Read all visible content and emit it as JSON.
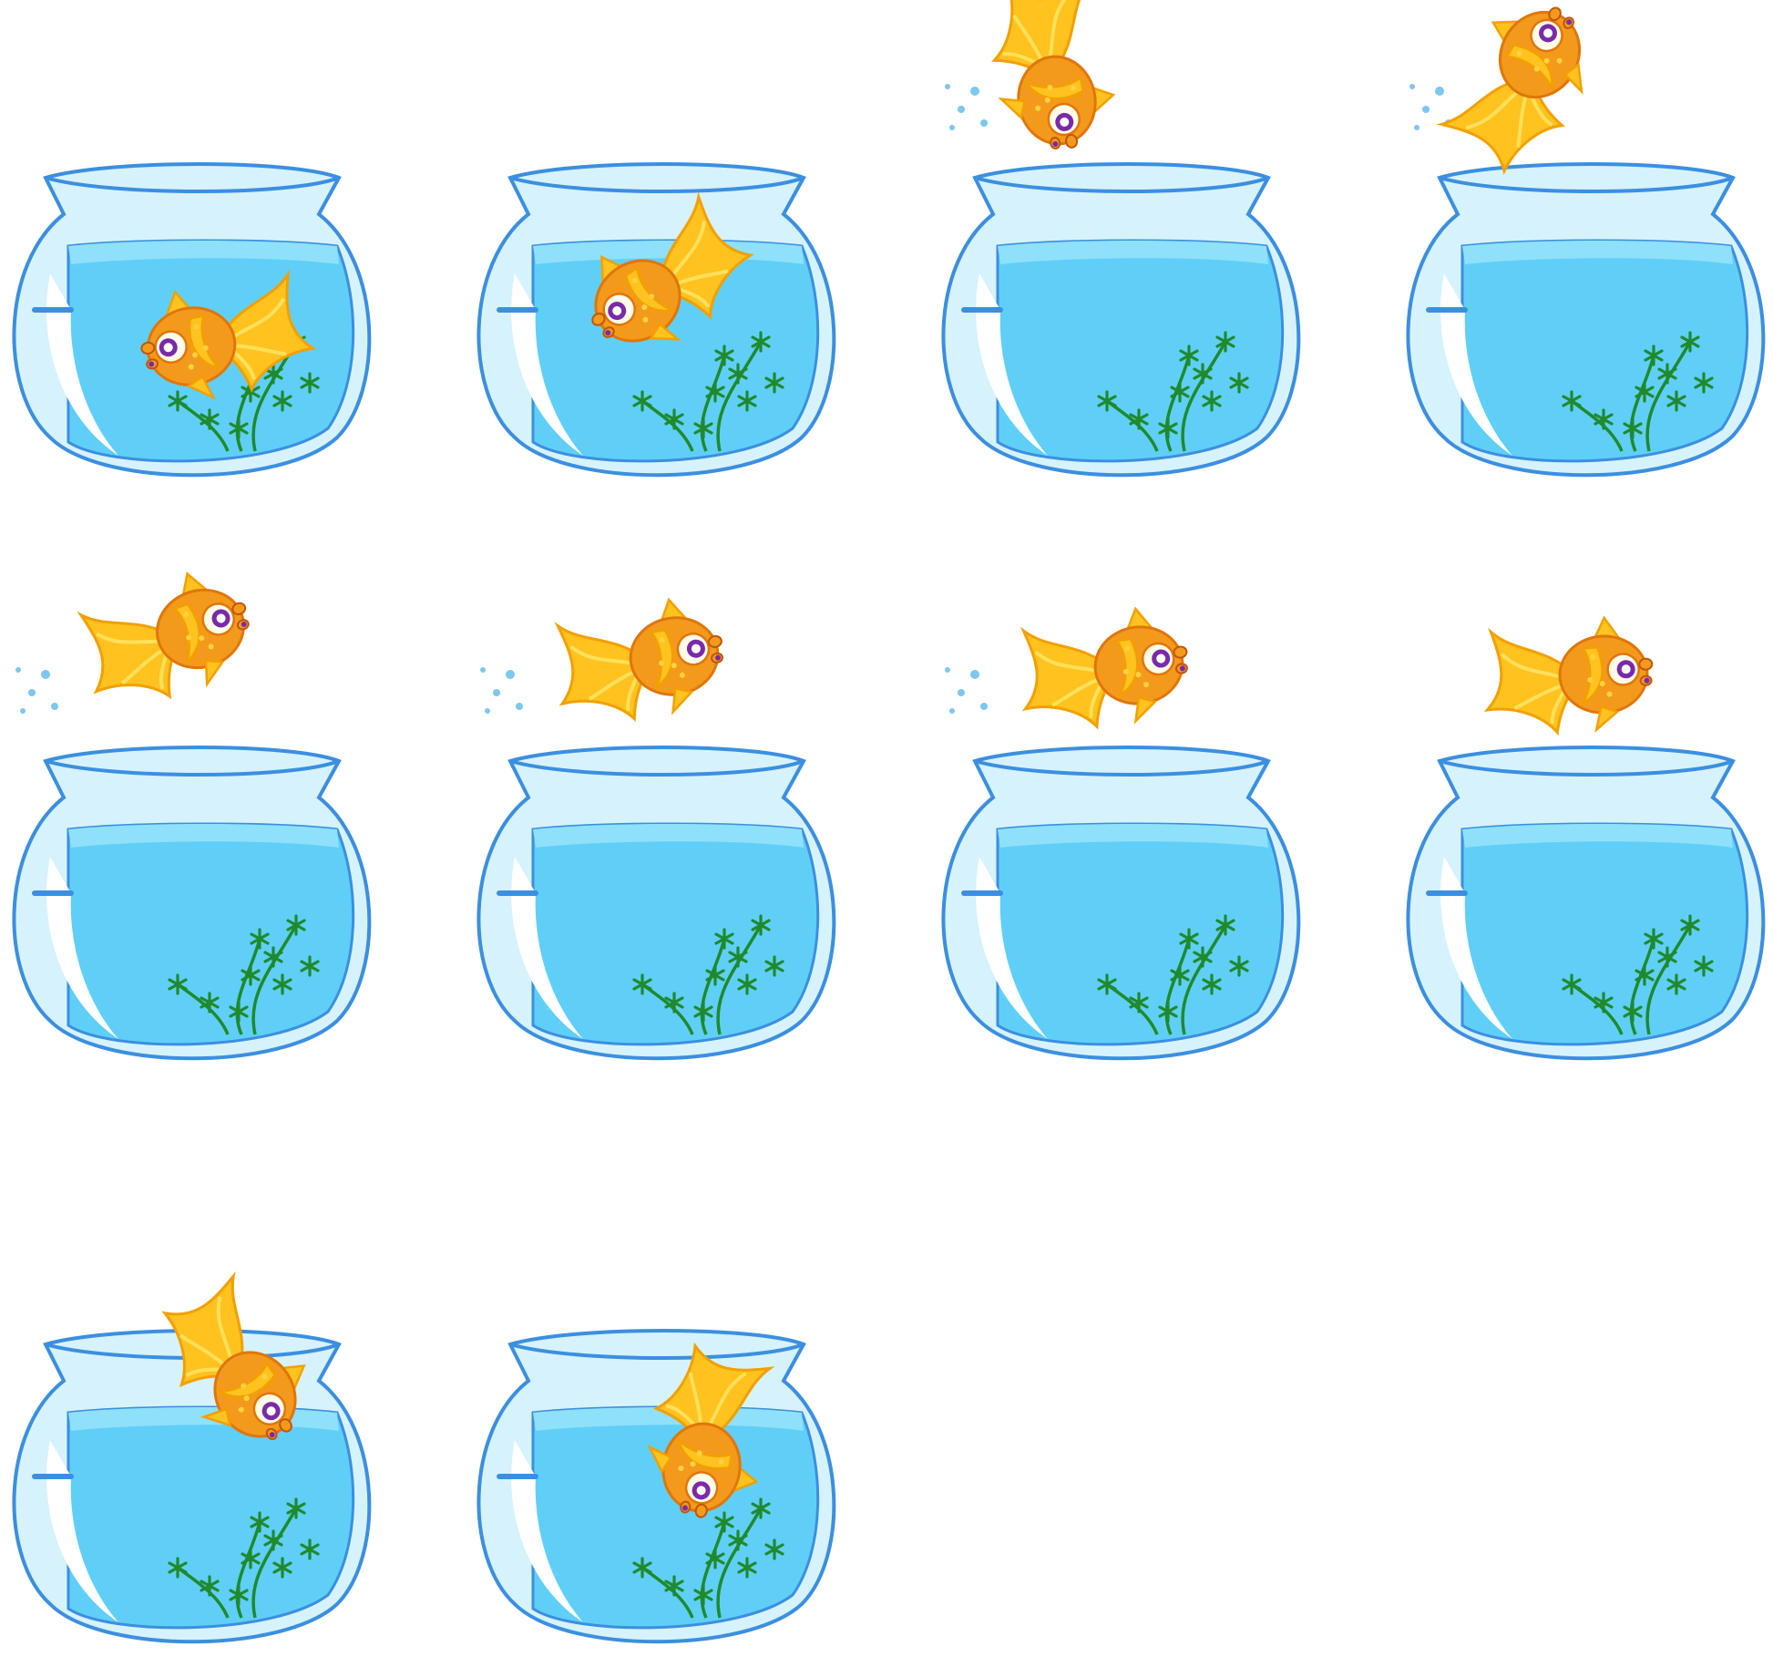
{
  "sprite_sheet": {
    "frame_count": 10,
    "columns": 4,
    "colors": {
      "background": "#ffffff",
      "bowl_glass": "#d6f2fc",
      "bowl_outline": "#3b8fe0",
      "water": "#5fcff8",
      "water_surface": "#8ee0fb",
      "highlight": "#ffffff",
      "weed": "#1f8a2c",
      "fish_body": "#f39a1c",
      "fish_outline": "#e0760a",
      "fish_fin": "#ffc21f",
      "fish_fin_light": "#ffe05a",
      "eye_iris": "#7a2aa8",
      "splash": "#7cc8ee"
    },
    "frames": [
      {
        "label": "frame-1",
        "fish_state": "swimming-left",
        "splash": false
      },
      {
        "label": "frame-2",
        "fish_state": "rising-to-surface",
        "splash": false
      },
      {
        "label": "frame-3",
        "fish_state": "breaching-up",
        "splash": true
      },
      {
        "label": "frame-4",
        "fish_state": "jumping-up",
        "splash": true
      },
      {
        "label": "frame-5",
        "fish_state": "arc-right",
        "splash": true
      },
      {
        "label": "frame-6",
        "fish_state": "arc-right",
        "splash": true
      },
      {
        "label": "frame-7",
        "fish_state": "arc-right",
        "splash": true
      },
      {
        "label": "frame-8",
        "fish_state": "arc-right",
        "splash": false
      },
      {
        "label": "frame-9",
        "fish_state": "diving-in",
        "splash": false
      },
      {
        "label": "frame-10",
        "fish_state": "diving-down",
        "splash": false
      }
    ]
  }
}
